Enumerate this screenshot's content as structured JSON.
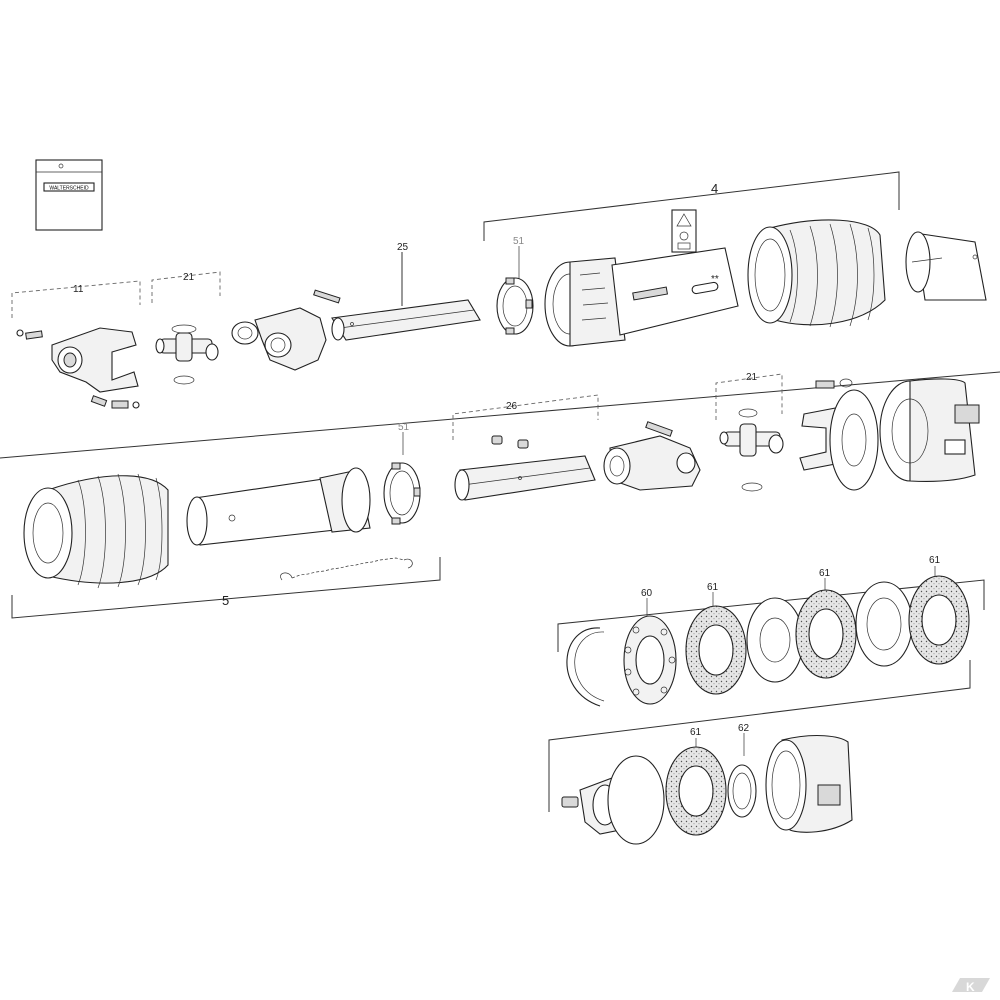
{
  "diagram": {
    "labels": {
      "l4": "4",
      "l5": "5",
      "l11": "11",
      "l21a": "21",
      "l21b": "21",
      "l25": "25",
      "l26": "26",
      "l51a": "51",
      "l51b": "51",
      "l60": "60",
      "l61a": "61",
      "l61b": "61",
      "l61c": "61",
      "l61d": "61",
      "l62": "62",
      "stars": "**"
    },
    "brand": "WALTERSCHEID",
    "corner_logo": "K"
  }
}
